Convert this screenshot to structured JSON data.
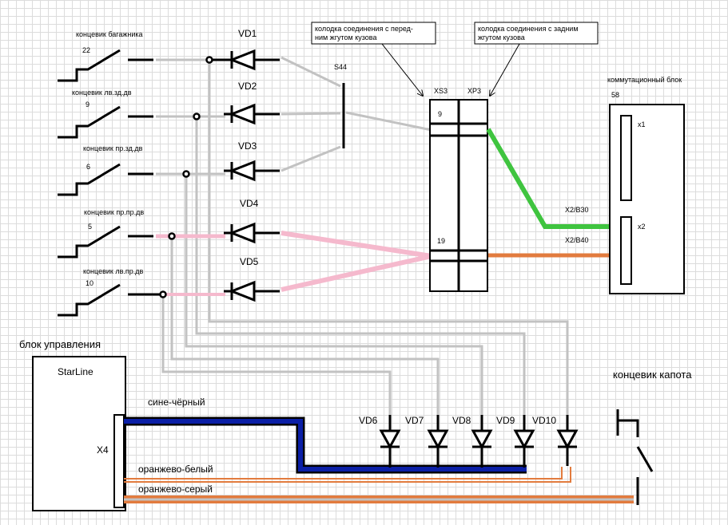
{
  "switches": [
    {
      "label": "концевик багажника",
      "number": "22"
    },
    {
      "label": "концевик лв.зд.дв",
      "number": "9"
    },
    {
      "label": "концевик пр.зд.дв",
      "number": "6"
    },
    {
      "label": "концевик пр.пр.дв",
      "number": "5"
    },
    {
      "label": "концевик лв.пр.дв",
      "number": "10"
    }
  ],
  "diodes_top": [
    "VD1",
    "VD2",
    "VD3",
    "VD4",
    "VD5"
  ],
  "diodes_bottom": [
    "VD6",
    "VD7",
    "VD8",
    "VD9",
    "VD10"
  ],
  "s44": "S44",
  "callouts": [
    {
      "lines": [
        "колодка соединения с перед-",
        "ним жгутом кузова"
      ]
    },
    {
      "lines": [
        "колодка соединения с задним",
        "жгутом кузова"
      ]
    }
  ],
  "connector": {
    "left_label": "XS3",
    "right_label": "XP3",
    "pin_upper": "9",
    "pin_lower": "19"
  },
  "switch_block": {
    "title": "коммутационный блок",
    "number": "58",
    "x1": "x1",
    "x2": "x2",
    "wire_b30": "X2/B30",
    "wire_b40": "X2/B40"
  },
  "control_unit": {
    "title": "блок управления",
    "brand": "StarLine",
    "connector": "X4"
  },
  "wires": {
    "blue_black": "сине-чёрный",
    "orange_white": "оранжево-белый",
    "orange_grey": "оранжево-серый"
  },
  "hood_switch": {
    "label": "концевик капота"
  },
  "colors": {
    "gray": "#c2c2c2",
    "pink": "#f5b9cd",
    "green": "#3fc43f",
    "orange": "#e27b3e",
    "blue": "#0b1fa6",
    "black": "#000000"
  }
}
